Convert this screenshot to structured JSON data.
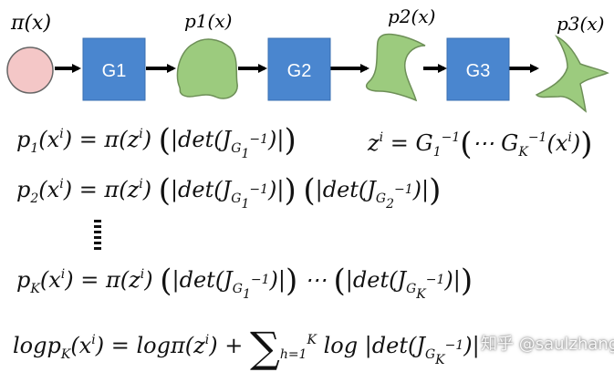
{
  "flow": {
    "prior_label": "π(x)",
    "blocks": [
      "G1",
      "G2",
      "G3"
    ],
    "dist_labels": [
      "p1(x)",
      "p2(x)",
      "p3(x)"
    ],
    "colors": {
      "prior": "#f4c7c7",
      "block": "#4a86cf",
      "shape": "#9ccb7e",
      "arrow": "#000000"
    }
  },
  "equations": {
    "eq1": "p1(x^i) = π(z^i) (|det(J_{G1^-1})|)",
    "eq_z": "z^i = G1^-1 (··· GK^-1 (x^i))",
    "eq2": "p2(x^i) = π(z^i) (|det(J_{G1^-1})|) (|det(J_{G2^-1})|)",
    "eqK": "pK(x^i) = π(z^i) (|det(J_{G1^-1})|) ··· (|det(J_{GK^-1})|)",
    "eqLog": "log pK(x^i) = log π(z^i) + Σ_{h=1}^{K} log |det(J_{GK^-1})|"
  },
  "watermark": "知乎 @saulzhang"
}
